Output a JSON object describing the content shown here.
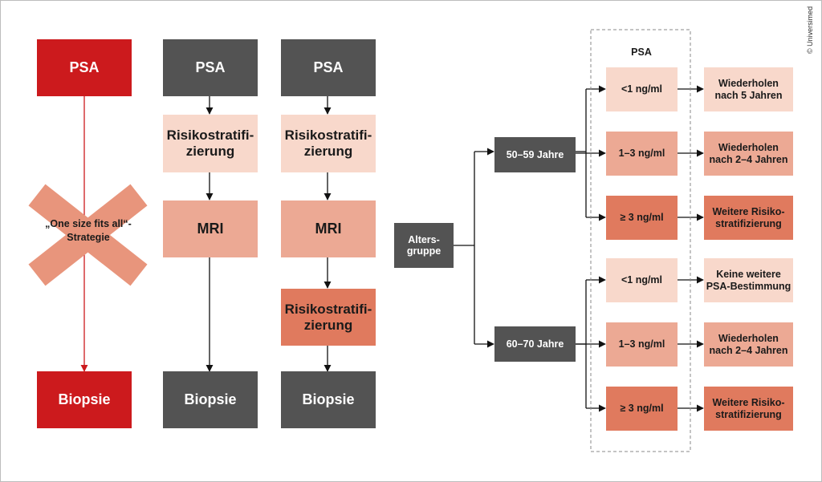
{
  "colors": {
    "red": "#cc1a1d",
    "dark_gray": "#535353",
    "pale_salmon": "#f8d8cb",
    "salmon": "#eca994",
    "strong_salmon": "#e07a5e",
    "cross": "#e8957c"
  },
  "left": {
    "col1": {
      "top": "PSA",
      "cross_text": "„One size fits all“-\nStrategie",
      "bottom": "Biopsie"
    },
    "col2": {
      "top": "PSA",
      "risk": "Risikostratifi-\nzierung",
      "mri": "MRI",
      "bottom": "Biopsie"
    },
    "col3": {
      "top": "PSA",
      "risk": "Risikostratifi-\nzierung",
      "mri": "MRI",
      "risk2": "Risikostratifi-\nzierung",
      "bottom": "Biopsie"
    }
  },
  "right": {
    "age_group": "Alters-\ngruppe",
    "psa_header": "PSA",
    "groups": [
      {
        "age": "50–59 Jahre",
        "rows": [
          {
            "psa": "<1 ng/ml",
            "action": "Wiederholen\nnach 5 Jahren"
          },
          {
            "psa": "1–3 ng/ml",
            "action": "Wiederholen\nnach 2–4 Jahren"
          },
          {
            "psa": "≥ 3 ng/ml",
            "action": "Weitere Risiko-\nstratifizierung"
          }
        ]
      },
      {
        "age": "60–70 Jahre",
        "rows": [
          {
            "psa": "<1 ng/ml",
            "action": "Keine weitere\nPSA-Bestimmung"
          },
          {
            "psa": "1–3 ng/ml",
            "action": "Wiederholen\nnach 2–4 Jahren"
          },
          {
            "psa": "≥ 3 ng/ml",
            "action": "Weitere Risiko-\nstratifizierung"
          }
        ]
      }
    ]
  },
  "copyright": "© Universimed"
}
